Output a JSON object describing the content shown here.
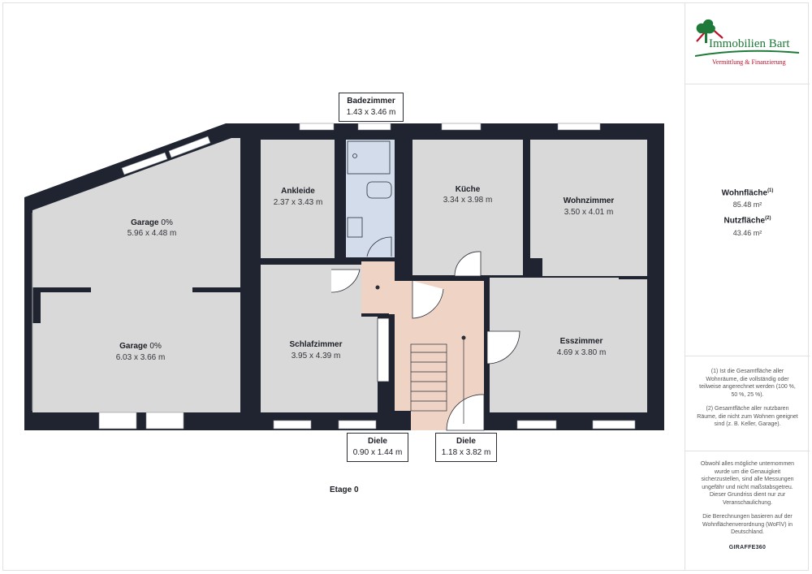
{
  "logo": {
    "name": "Immobilien Bart",
    "tagline": "Vermittlung & Finanzierung",
    "green": "#1f7a3a",
    "red": "#c0102a"
  },
  "sidebar": {
    "wohnflaeche_label": "Wohnfläche",
    "wohnflaeche_sup": "(1)",
    "wohnflaeche_value": "85.48 m²",
    "nutzflaeche_label": "Nutzfläche",
    "nutzflaeche_sup": "(2)",
    "nutzflaeche_value": "43.46 m²",
    "note1": "(1) Ist die Gesamtfläche aller Wohnräume, die vollständig oder teilweise angerechnet werden (100 %, 50 %, 25 %).",
    "note2": "(2) Gesamtfläche aller nutzbaren Räume, die nicht zum Wohnen geeignet sind (z. B. Keller, Garage).",
    "disclaimer": "Obwohl alles mögliche unternommen wurde um die Genauigkeit sicherzustellen, sind alle Messungen ungefähr und nicht maßstabsgetreu. Dieser Grundriss dient nur zur Veranschaulichung.",
    "legal": "Die Berechnungen basieren auf der Wohnflächenverordnung (WoFlV) in Deutschland.",
    "brand": "GIRAFFE360"
  },
  "floor_label": "Etage 0",
  "rooms": {
    "garage_top": {
      "name": "Garage",
      "pct": "0%",
      "dims": "5.96 x 4.48 m"
    },
    "garage_bottom": {
      "name": "Garage",
      "pct": "0%",
      "dims": "6.03 x 3.66 m"
    },
    "ankleide": {
      "name": "Ankleide",
      "dims": "2.37 x 3.43 m"
    },
    "kueche": {
      "name": "Küche",
      "dims": "3.34 x 3.98 m"
    },
    "wohnzimmer": {
      "name": "Wohnzimmer",
      "dims": "3.50 x 4.01 m"
    },
    "schlafzimmer": {
      "name": "Schlafzimmer",
      "dims": "3.95 x 4.39 m"
    },
    "esszimmer": {
      "name": "Esszimmer",
      "dims": "4.69 x 3.80 m"
    }
  },
  "callouts": {
    "badezimmer": {
      "name": "Badezimmer",
      "dims": "1.43 x 3.46 m"
    },
    "diele_small": {
      "name": "Diele",
      "dims": "0.90 x 1.44 m"
    },
    "diele_large": {
      "name": "Diele",
      "dims": "1.18 x 3.82 m"
    }
  },
  "colors": {
    "wall": "#1f2430",
    "room": "#d9d9d9",
    "hall": "#efd3c4",
    "bath": "#d2dceb"
  }
}
